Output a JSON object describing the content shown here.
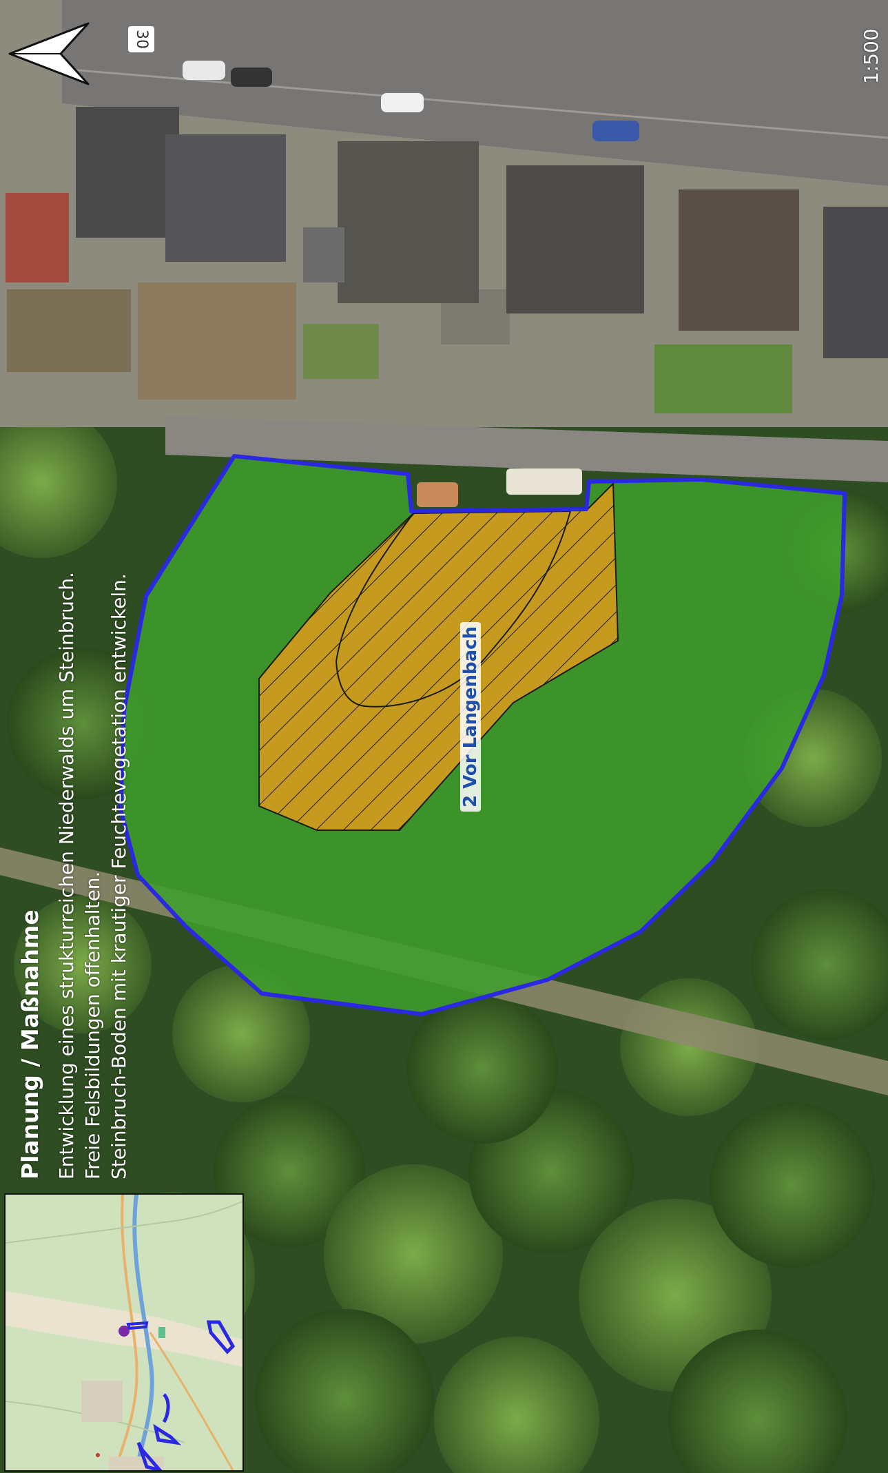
{
  "legend": {
    "title": "Planung / Maßnahme",
    "lines": [
      "Entwicklung eines strukturreichen Niederwalds um Steinbruch.",
      "Freie Felsbildungen offenhalten.",
      "Steinbruch-Boden mit krautiger Feuchtevegetation entwickeln."
    ]
  },
  "scale": "1:500",
  "area_label": "2 Vor Langenbach",
  "house_number": "30",
  "icons": {
    "north_arrow": "north-arrow-icon"
  },
  "colors": {
    "boundary": "#2a28e0",
    "planning_area_fill": "#3f9e2c",
    "quarry_fill": "#d99a1c",
    "hatch": "#1a1a1a",
    "overview_marker": "#7a2aa8"
  }
}
